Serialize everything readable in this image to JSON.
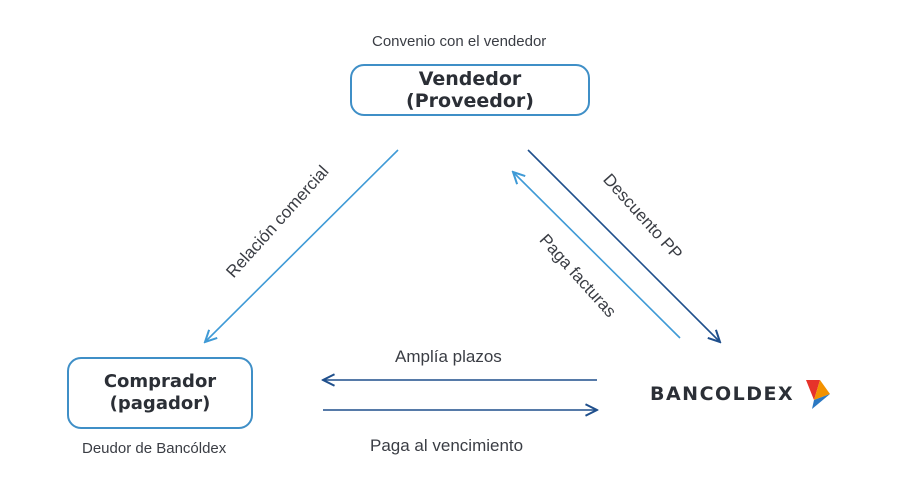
{
  "nodes": {
    "vendor": "Vendedor (Proveedor)",
    "buyer": "Comprador\n(pagador)"
  },
  "captions": {
    "top": "Convenio con el vendedor",
    "buyer": "Deudor de Bancóldex"
  },
  "edges": {
    "relacion": "Relación comercial",
    "descuento": "Descuento PP",
    "paga_facturas": "Paga facturas",
    "amplia": "Amplía plazos",
    "paga_venc": "Paga al vencimiento"
  },
  "logo": {
    "text": "BANCOLDEX"
  },
  "colors": {
    "dark_blue": "#1f4f8c",
    "light_blue": "#3f9ad6",
    "logo_red": "#e6332a",
    "logo_orange": "#f39200",
    "logo_blue": "#2b78c2"
  }
}
